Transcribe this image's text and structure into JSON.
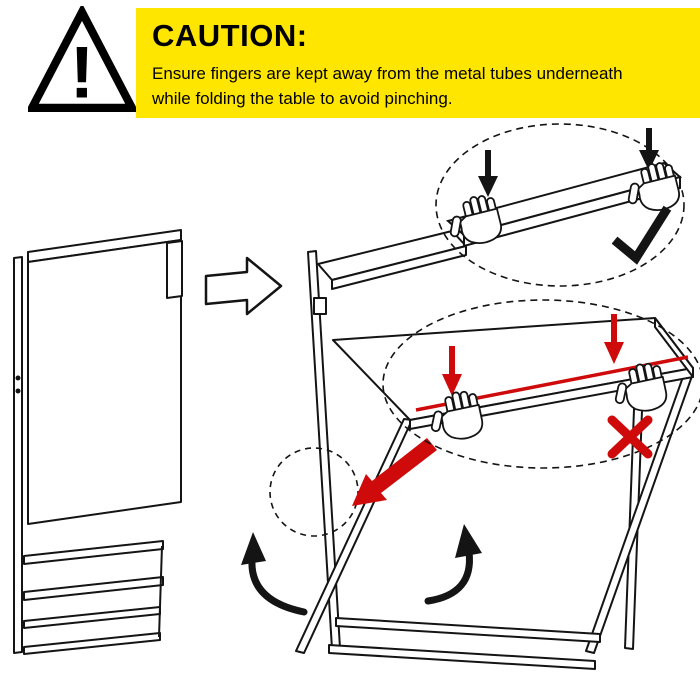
{
  "caution": {
    "title": "CAUTION:",
    "body": "Ensure fingers are kept away from the metal tubes underneath while folding the table to avoid pinching.",
    "exclamation_mark": "!",
    "banner_bg": "#ffe600",
    "text_color": "#000000",
    "icon": "warning-triangle-icon"
  },
  "diagram": {
    "line_color": "#141414",
    "warning_color": "#cf0a0a",
    "correct_symbol": "checkmark-icon",
    "incorrect_symbol": "cross-icon",
    "hand_icon": "hand-icon",
    "pivot_highlight": "dashed-circle",
    "transition": "folded-table-to-unfolded-desk-arrow"
  }
}
